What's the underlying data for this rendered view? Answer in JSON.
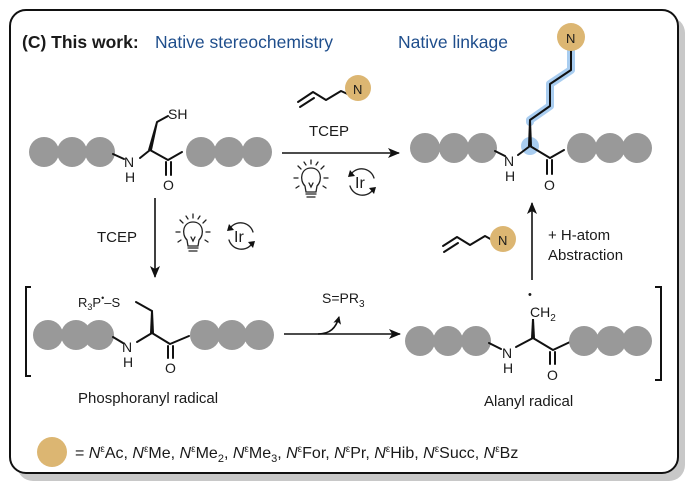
{
  "panel": {
    "label": "(C) This work:",
    "headline_left": "Native stereochemistry",
    "headline_right": "Native linkage",
    "accent_color": "#1f4e8c",
    "tag_color": "#dcb672",
    "highlight_color": "#a9cdf0",
    "bead_color": "#999999"
  },
  "atoms": {
    "nitrogen": "N",
    "hydrogen": "H",
    "oxygen": "O",
    "thiol": "SH",
    "ch2": "CH",
    "ch2_sub": "2",
    "radical_dot": "•",
    "phosphoranyl_prefix": "R",
    "phosphoranyl_sub": "3",
    "phosphoranyl_p": "P",
    "phosphoranyl_s": "–S"
  },
  "reactions": {
    "top_arrow": {
      "reagent": "TCEP",
      "above_reagent": "allylamine (tagged N)",
      "icons": [
        "lightbulb-icon",
        "iridium-catalyst-icon"
      ]
    },
    "down_arrow": {
      "reagent": "TCEP",
      "icons": [
        "lightbulb-icon",
        "iridium-catalyst-icon"
      ]
    },
    "middle_arrow": {
      "byproduct": "S=PR",
      "byproduct_sub": "3"
    },
    "up_arrow": {
      "line1": "+ H-atom",
      "line2": "Abstraction",
      "reagent": "allylamine (tagged N)"
    },
    "catalyst_label": "Ir"
  },
  "intermediates": {
    "left": "Phosphoranyl radical",
    "right": "Alanyl radical"
  },
  "legend": {
    "equals": "=",
    "prefix": "N",
    "superscript": "ε",
    "items": [
      {
        "name": "Ac",
        "sub": ""
      },
      {
        "name": "Me",
        "sub": ""
      },
      {
        "name": "Me",
        "sub": "2"
      },
      {
        "name": "Me",
        "sub": "3"
      },
      {
        "name": "For",
        "sub": ""
      },
      {
        "name": "Pr",
        "sub": ""
      },
      {
        "name": "Hib",
        "sub": ""
      },
      {
        "name": "Succ",
        "sub": ""
      },
      {
        "name": "Bz",
        "sub": ""
      }
    ]
  }
}
